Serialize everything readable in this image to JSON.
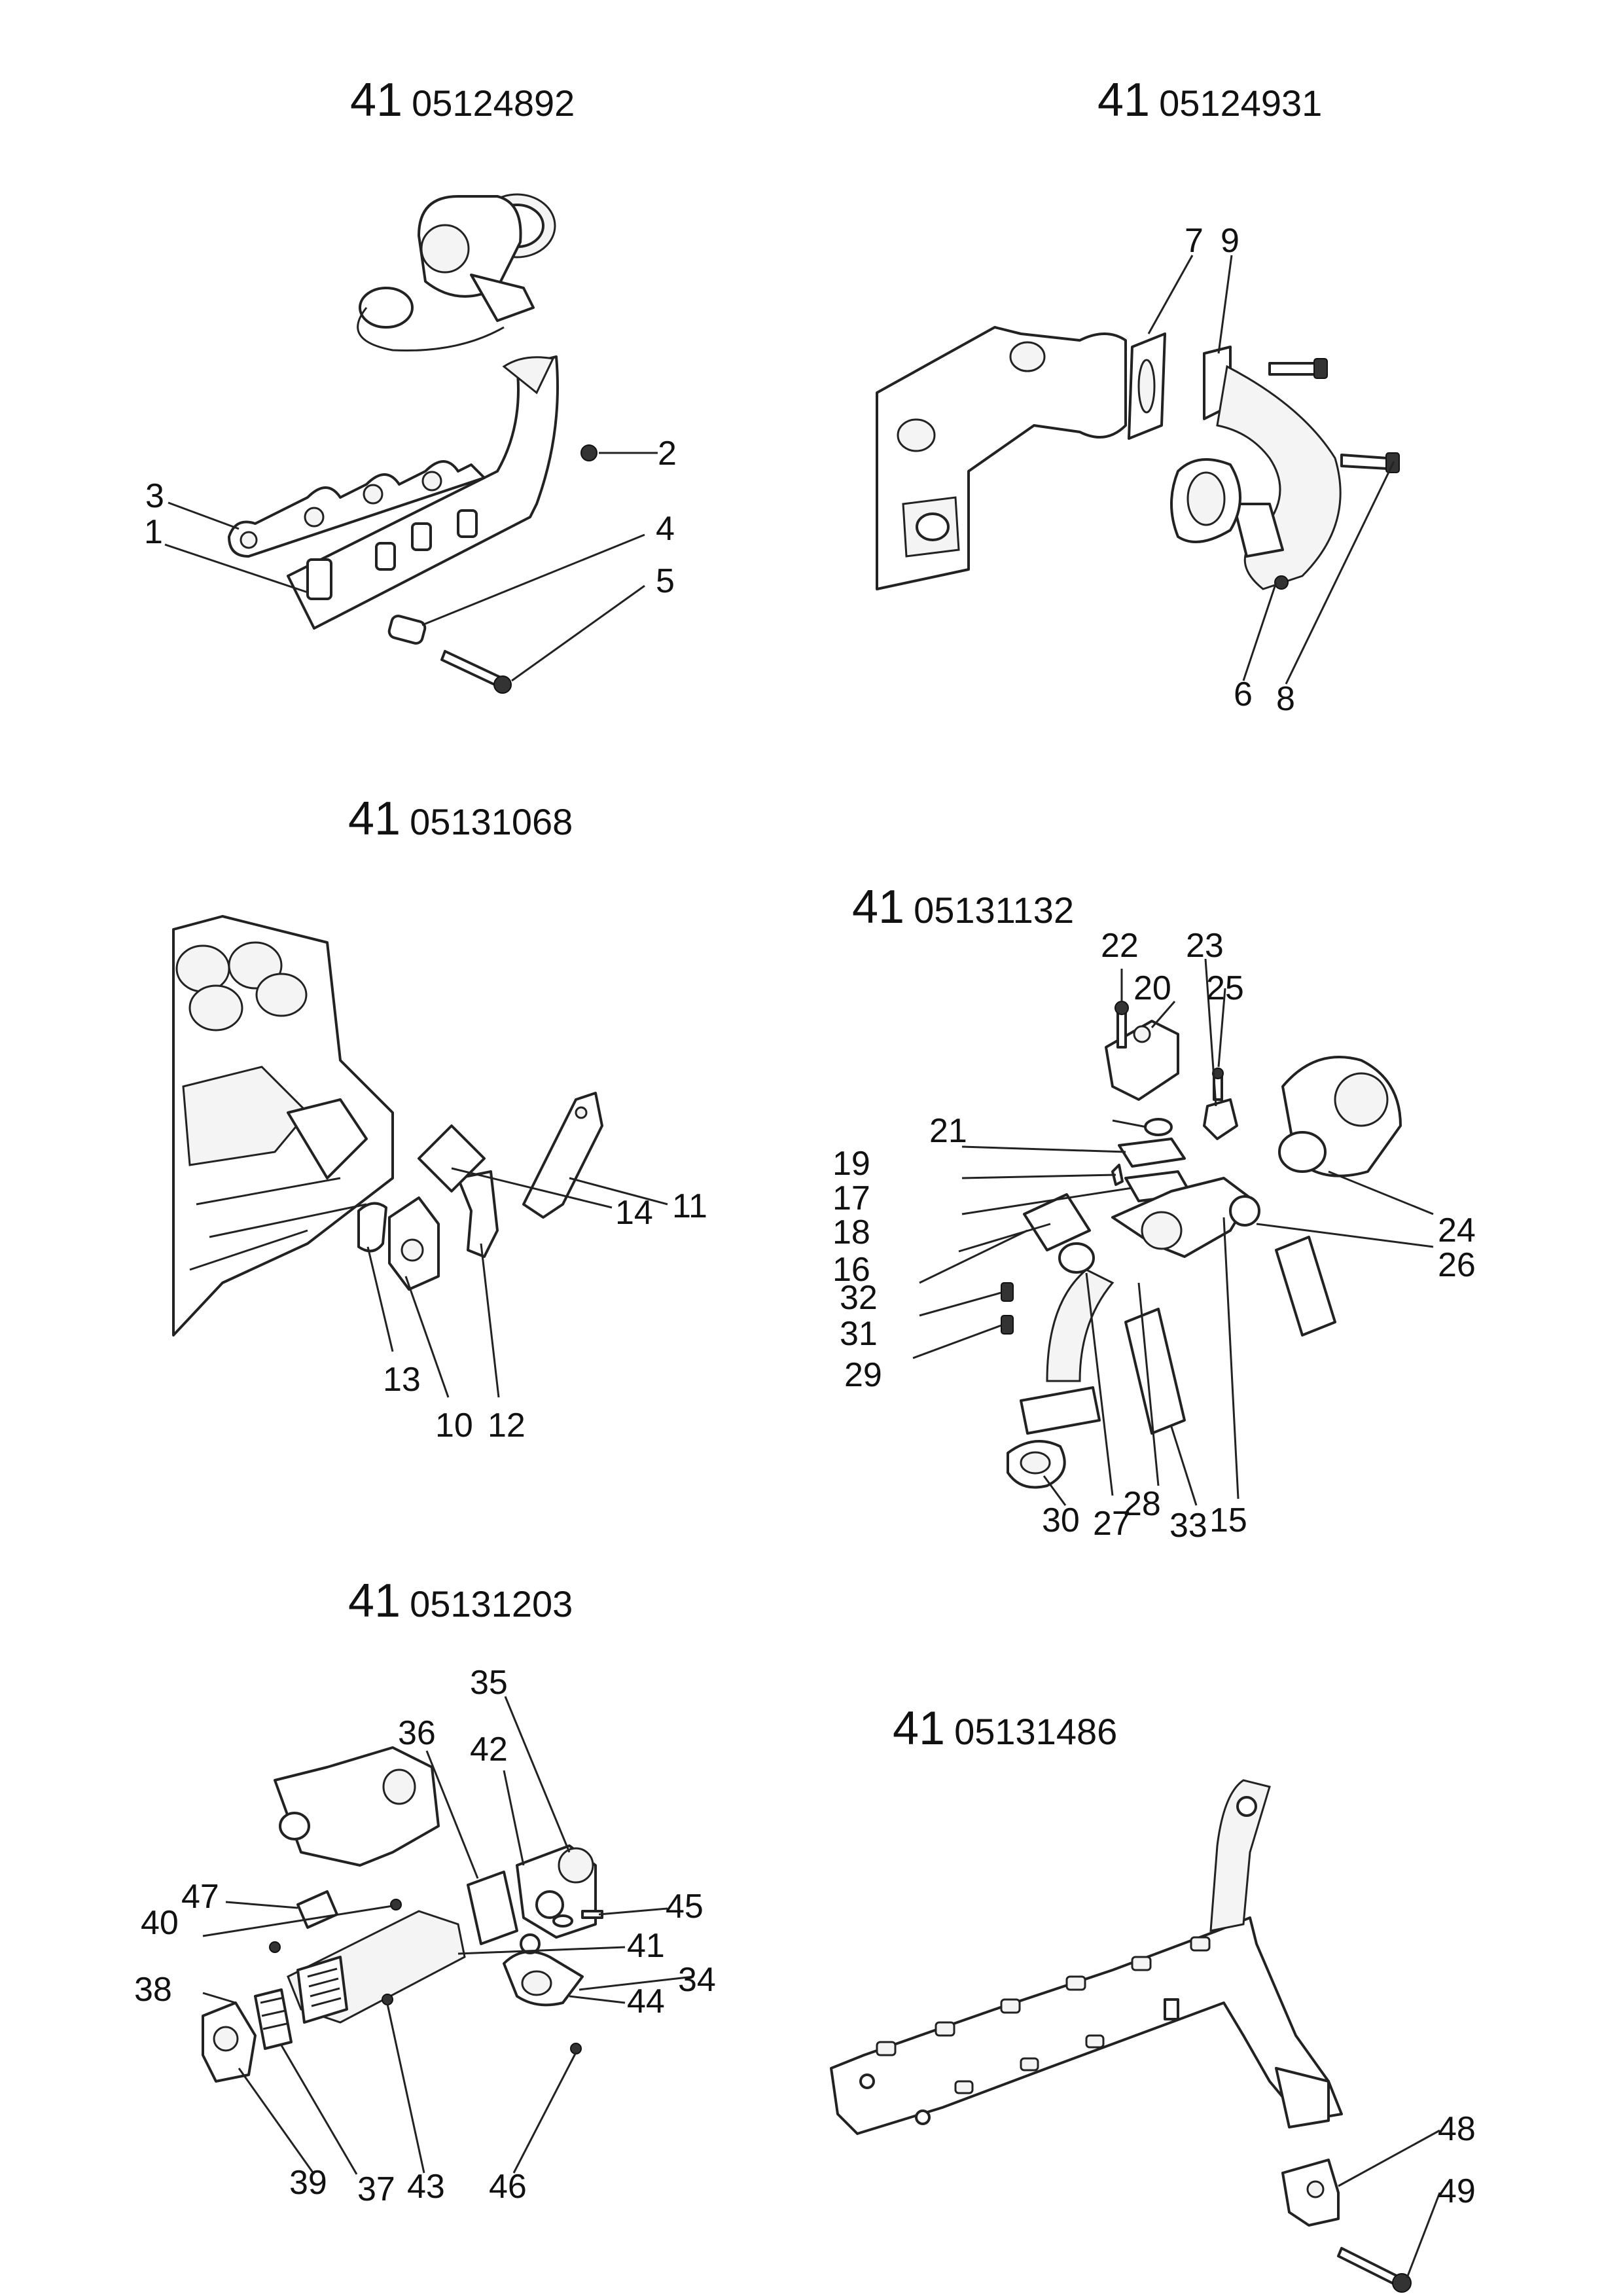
{
  "sections": [
    {
      "group": "41",
      "number": "05124892"
    },
    {
      "group": "41",
      "number": "05124931"
    },
    {
      "group": "41",
      "number": "05131068"
    },
    {
      "group": "41",
      "number": "05131132"
    },
    {
      "group": "41",
      "number": "05131203"
    },
    {
      "group": "41",
      "number": "05131486"
    }
  ],
  "callouts": [
    "1",
    "2",
    "3",
    "4",
    "5",
    "6",
    "7",
    "8",
    "9",
    "10",
    "11",
    "12",
    "13",
    "14",
    "15",
    "16",
    "17",
    "18",
    "19",
    "20",
    "21",
    "22",
    "23",
    "24",
    "25",
    "26",
    "27",
    "28",
    "29",
    "30",
    "31",
    "32",
    "33",
    "34",
    "35",
    "36",
    "37",
    "38",
    "39",
    "40",
    "41",
    "42",
    "43",
    "44",
    "45",
    "46",
    "47",
    "48",
    "49"
  ]
}
